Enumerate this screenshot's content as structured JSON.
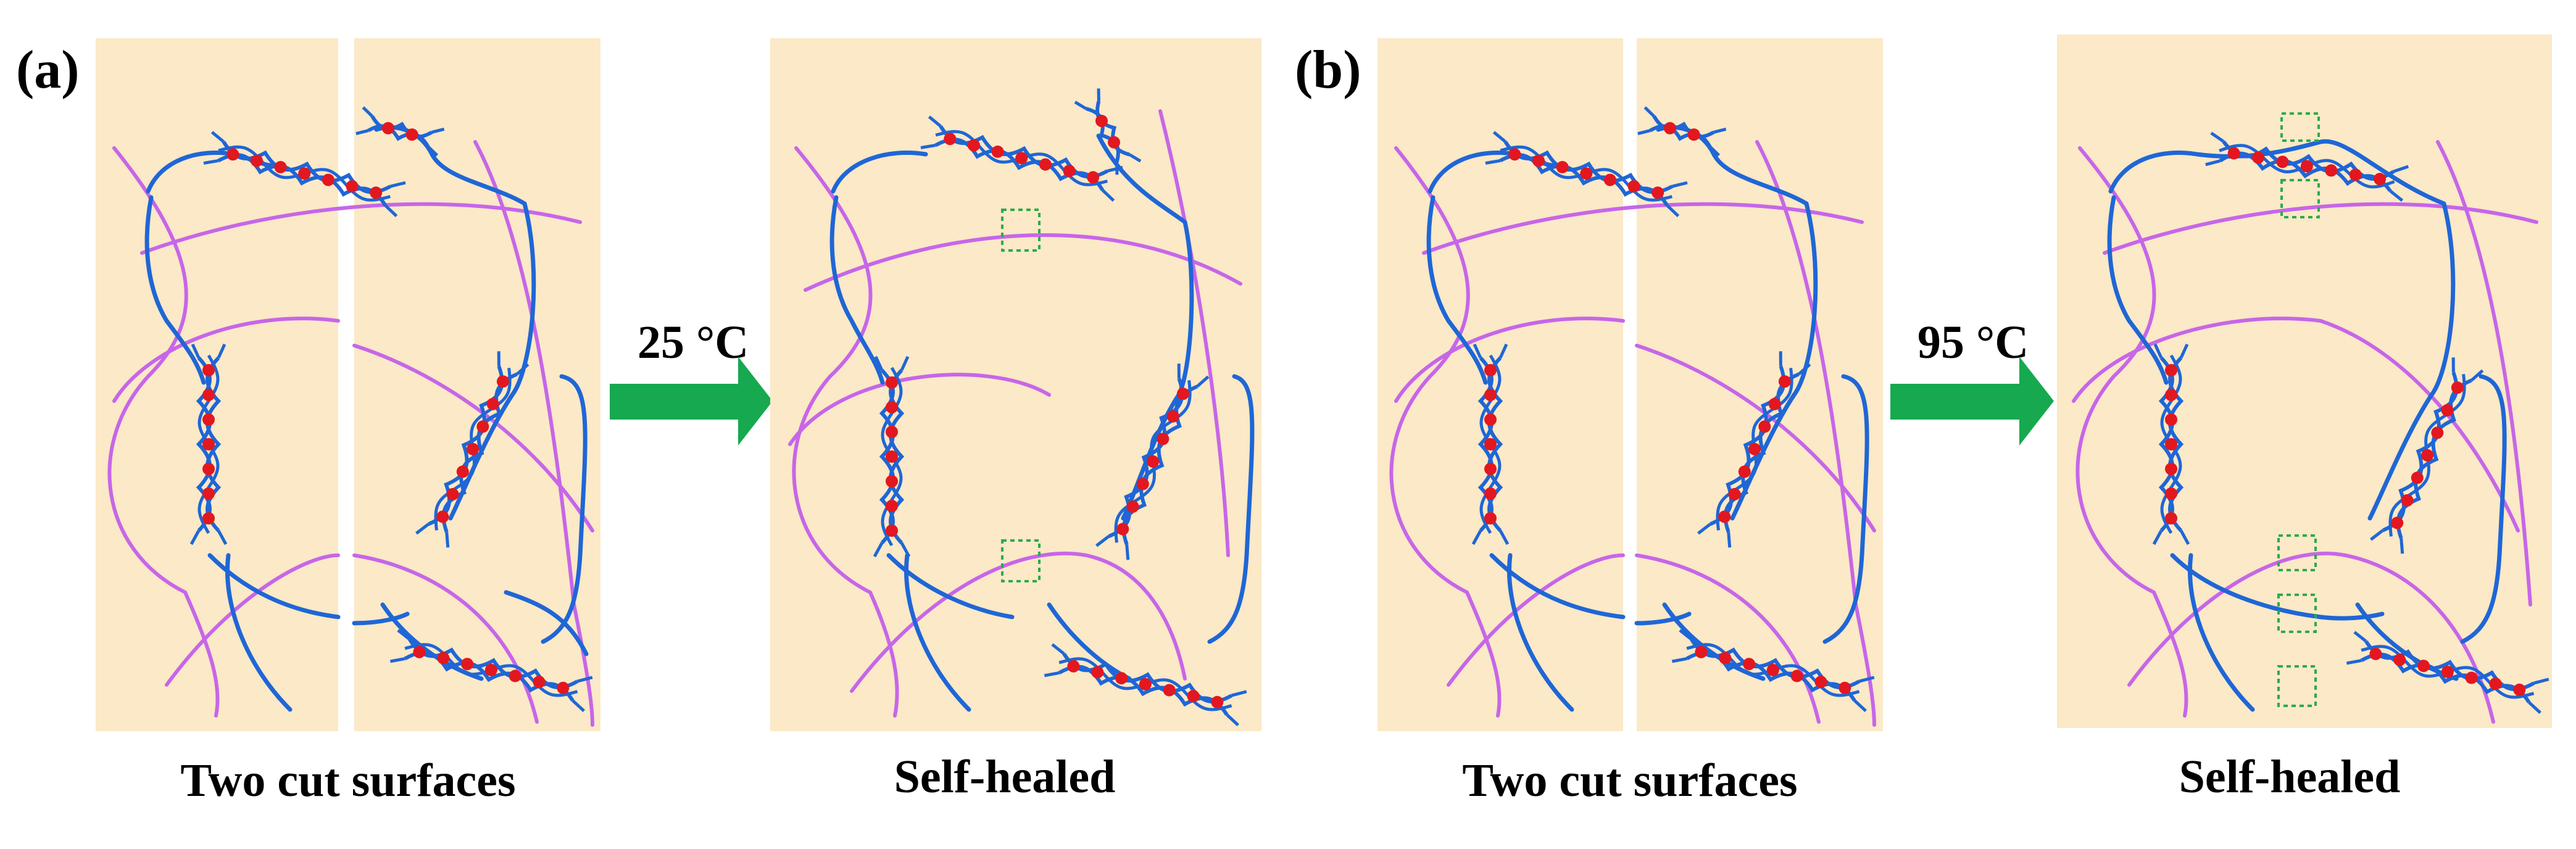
{
  "panels": [
    {
      "label": "(a)",
      "cut_caption": "Two cut surfaces",
      "arrow_label": "25 °C",
      "healed_caption": "Self-healed"
    },
    {
      "label": "(b)",
      "cut_caption": "Two cut surfaces",
      "arrow_label": "95 °C",
      "healed_caption": "Self-healed"
    }
  ],
  "colors": {
    "box_fill": "#fbe9c7",
    "polymer_chain": "#1f66d6",
    "crosslink_chain": "#c766e8",
    "helix_dot": "#e3171f",
    "reformed_bond": "#2eaa4b",
    "arrow": "#16a94f"
  }
}
